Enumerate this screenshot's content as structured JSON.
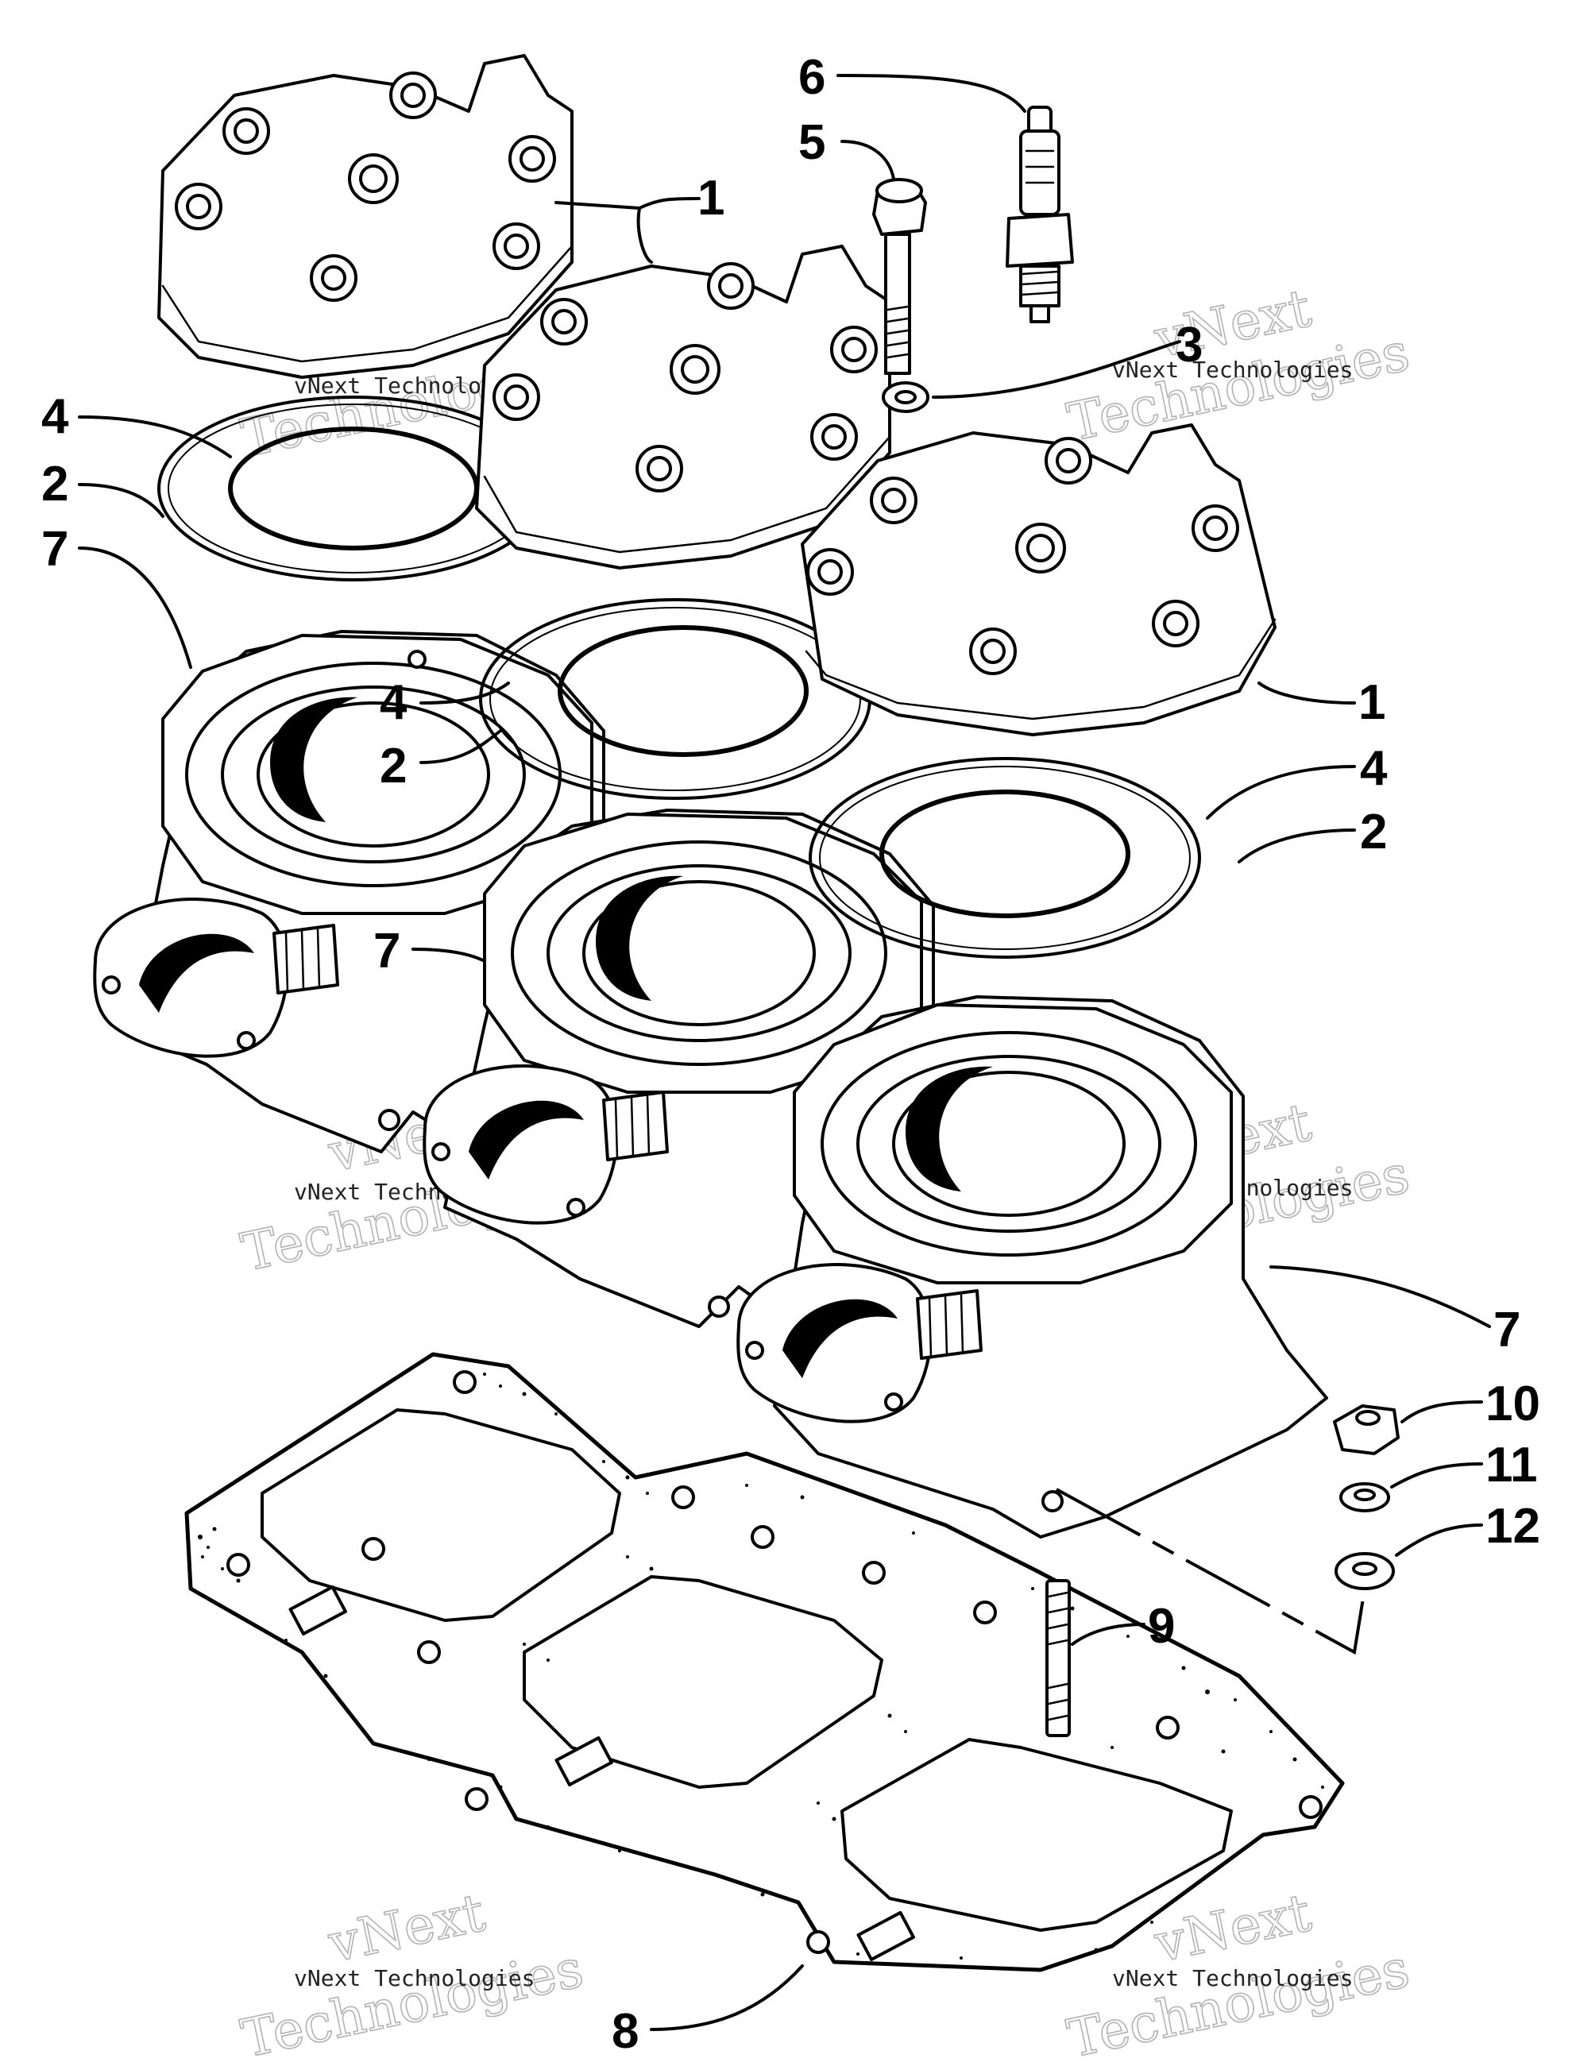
{
  "diagram": {
    "callouts": [
      {
        "id": "c1a",
        "label": "1"
      },
      {
        "id": "c1b",
        "label": "1"
      },
      {
        "id": "c2a",
        "label": "2"
      },
      {
        "id": "c2b",
        "label": "2"
      },
      {
        "id": "c2c",
        "label": "2"
      },
      {
        "id": "c3",
        "label": "3"
      },
      {
        "id": "c4a",
        "label": "4"
      },
      {
        "id": "c4b",
        "label": "4"
      },
      {
        "id": "c4c",
        "label": "4"
      },
      {
        "id": "c5",
        "label": "5"
      },
      {
        "id": "c6",
        "label": "6"
      },
      {
        "id": "c7a",
        "label": "7"
      },
      {
        "id": "c7b",
        "label": "7"
      },
      {
        "id": "c7c",
        "label": "7"
      },
      {
        "id": "c8",
        "label": "8"
      },
      {
        "id": "c9",
        "label": "9"
      },
      {
        "id": "c10",
        "label": "10"
      },
      {
        "id": "c11",
        "label": "11"
      },
      {
        "id": "c12",
        "label": "12"
      }
    ],
    "watermark": {
      "brand": "vNext",
      "word": "Technologies",
      "line": "vNext Technologies"
    }
  }
}
